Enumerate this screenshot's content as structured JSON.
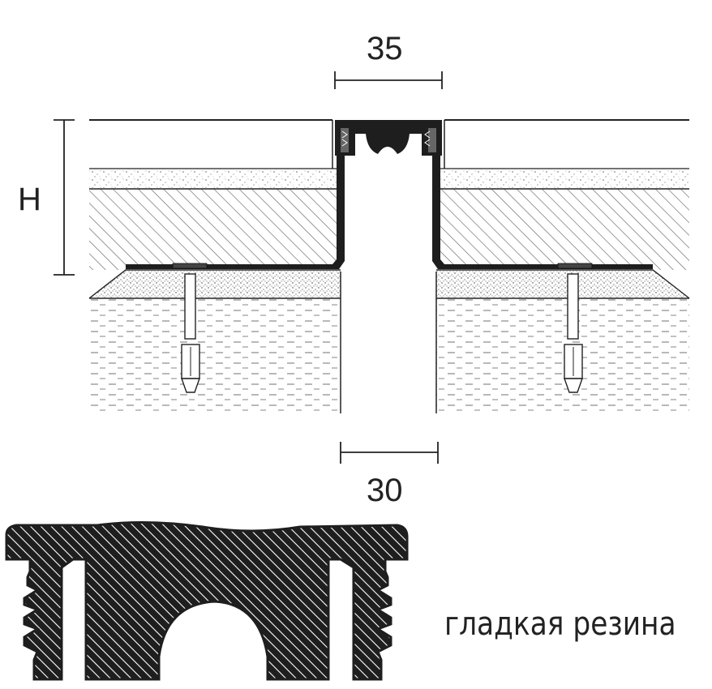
{
  "dimensions": {
    "top_width": "35",
    "bottom_gap": "30",
    "height": "H"
  },
  "caption": "гладкая резина",
  "colors": {
    "profile": "#1e1e1e",
    "hatch": "#555555",
    "concrete": "#7a7a7a",
    "line": "#222222"
  }
}
